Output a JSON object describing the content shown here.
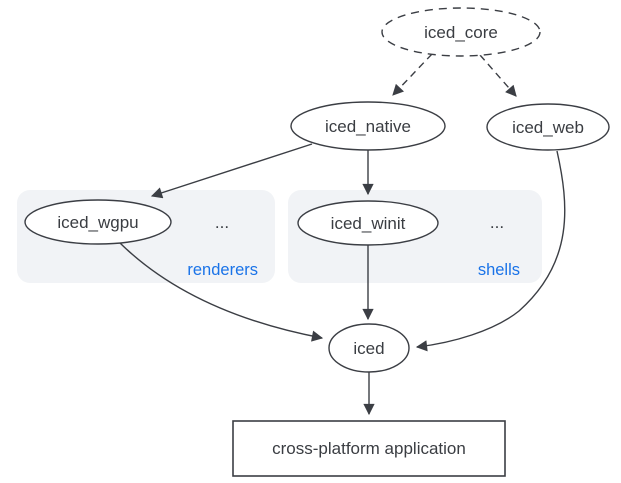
{
  "diagram": {
    "type": "dependency-graph",
    "nodes": {
      "iced_core": {
        "label": "iced_core",
        "shape": "ellipse",
        "border": "dashed"
      },
      "iced_native": {
        "label": "iced_native",
        "shape": "ellipse",
        "border": "solid"
      },
      "iced_web": {
        "label": "iced_web",
        "shape": "ellipse",
        "border": "solid"
      },
      "iced_wgpu": {
        "label": "iced_wgpu",
        "shape": "ellipse",
        "border": "solid"
      },
      "iced_winit": {
        "label": "iced_winit",
        "shape": "ellipse",
        "border": "solid"
      },
      "iced": {
        "label": "iced",
        "shape": "ellipse",
        "border": "solid"
      },
      "app": {
        "label": "cross-platform application",
        "shape": "rectangle",
        "border": "solid"
      }
    },
    "clusters": {
      "renderers": {
        "label": "renderers",
        "ellipsis": "...",
        "contains": [
          "iced_wgpu"
        ]
      },
      "shells": {
        "label": "shells",
        "ellipsis": "...",
        "contains": [
          "iced_winit"
        ]
      }
    },
    "edges": [
      {
        "from": "iced_core",
        "to": "iced_native",
        "style": "dashed"
      },
      {
        "from": "iced_core",
        "to": "iced_web",
        "style": "dashed"
      },
      {
        "from": "iced_native",
        "to": "iced_wgpu",
        "style": "solid"
      },
      {
        "from": "iced_native",
        "to": "iced_winit",
        "style": "solid"
      },
      {
        "from": "iced_wgpu",
        "to": "iced",
        "style": "solid"
      },
      {
        "from": "iced_winit",
        "to": "iced",
        "style": "solid"
      },
      {
        "from": "iced_web",
        "to": "iced",
        "style": "solid"
      },
      {
        "from": "iced",
        "to": "app",
        "style": "solid"
      }
    ],
    "colors": {
      "background": "#ffffff",
      "stroke": "#3b3e44",
      "text": "#3a3d42",
      "cluster_fill": "#f1f3f6",
      "cluster_label": "#1a73e8"
    }
  }
}
